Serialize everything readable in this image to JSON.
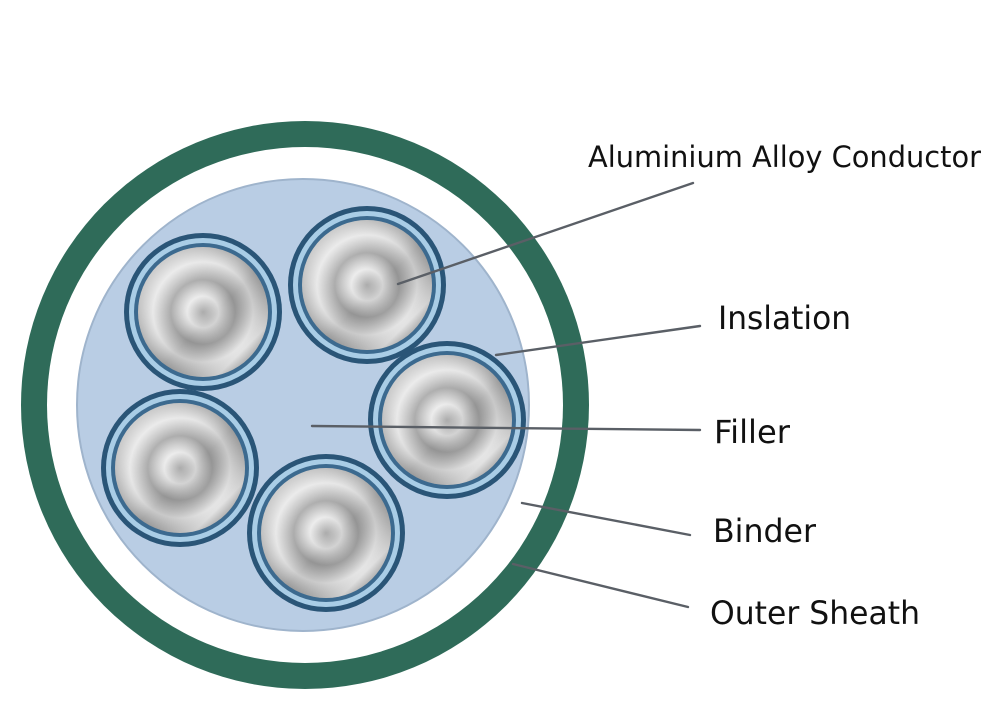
{
  "diagram": {
    "labels": {
      "conductor": "Aluminium Alloy Conductor",
      "insulation": "Inslation",
      "filler": "Filler",
      "binder": "Binder",
      "outer_sheath": "Outer Sheath"
    },
    "core_count": 5,
    "colors": {
      "outer_sheath": "#2f6b59",
      "binder": "#ffffff",
      "filler": "#b9cde4",
      "insulation": "#4a7ea6",
      "conductor": "#c9c9c9",
      "leader_line": "#5a5f66",
      "label_text": "#111111"
    }
  }
}
